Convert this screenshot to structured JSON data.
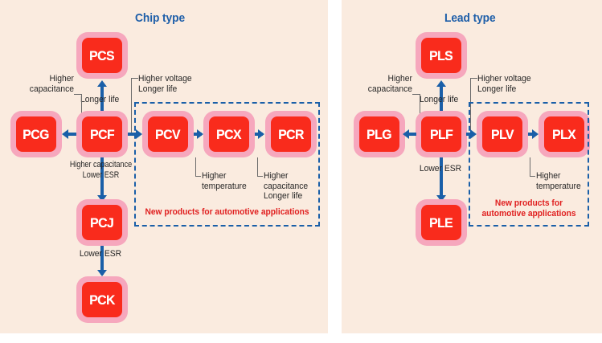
{
  "colors": {
    "panel_bg": "#faebdf",
    "node_halo": "#f6a7bd",
    "node_core": "#f92b1c",
    "node_text": "#ffffff",
    "title_blue": "#1f5fa9",
    "arrow_blue": "#1a5fa8",
    "dash_blue": "#1a5fa8",
    "note_red": "#e02020",
    "label_text": "#262626",
    "leader_grey": "#6b6b6b"
  },
  "chip_panel": {
    "title": "Chip type",
    "nodes": {
      "pcs": "PCS",
      "pcg": "PCG",
      "pcf": "PCF",
      "pcv": "PCV",
      "pcx": "PCX",
      "pcr": "PCR",
      "pcj": "PCJ",
      "pck": "PCK"
    },
    "labels": {
      "higher_capacitance": "Higher\ncapacitance",
      "longer_life": "Longer life",
      "higher_voltage_longer_life": "Higher voltage\nLonger life",
      "higher_capacitance_lower_esr": "Higher capacitance\nLower ESR",
      "lower_esr": "Lower ESR",
      "higher_temperature": "Higher\ntemperature",
      "higher_capacitance_longer_life": "Higher\ncapacitance\nLonger life"
    },
    "dash_note": "New products for automotive applications"
  },
  "lead_panel": {
    "title": "Lead type",
    "nodes": {
      "pls": "PLS",
      "plg": "PLG",
      "plf": "PLF",
      "plv": "PLV",
      "plx": "PLX",
      "ple": "PLE"
    },
    "labels": {
      "higher_capacitance": "Higher\ncapacitance",
      "longer_life": "Longer life",
      "higher_voltage_longer_life": "Higher voltage\nLonger life",
      "lower_esr_down": "Lower ESR",
      "higher_temperature": "Higher\ntemperature"
    },
    "dash_note": "New products for\nautomotive applications"
  }
}
